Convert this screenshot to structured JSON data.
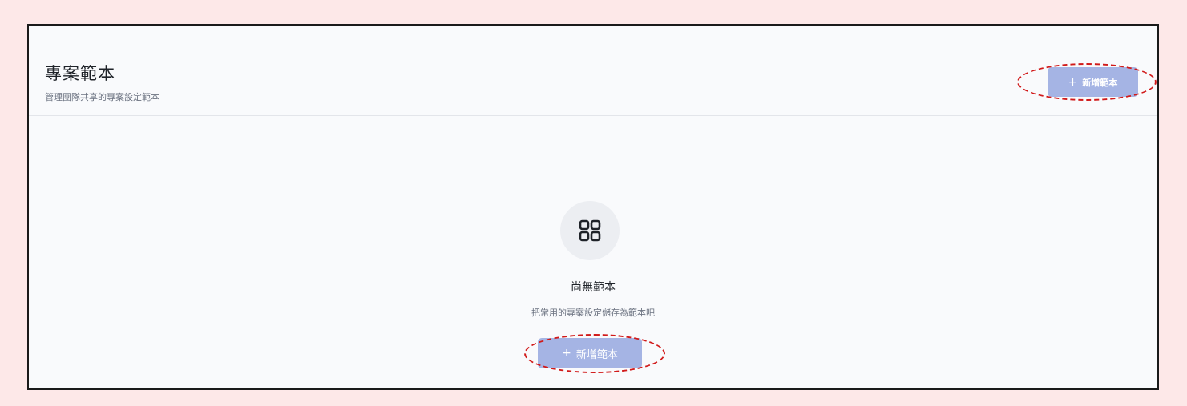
{
  "header": {
    "title": "專案範本",
    "subtitle": "管理團隊共享的專案設定範本",
    "add_button_plus": "+",
    "add_button_label": "新增範本"
  },
  "empty_state": {
    "icon": "grid-icon",
    "title": "尚無範本",
    "description": "把常用的專案設定儲存為範本吧",
    "add_button_plus": "+",
    "add_button_label": "新增範本"
  },
  "colors": {
    "button_bg": "#a5b4e4",
    "annotation_ring": "#d11a1a",
    "page_bg": "#fde8e8",
    "panel_bg": "#f9fafc"
  }
}
